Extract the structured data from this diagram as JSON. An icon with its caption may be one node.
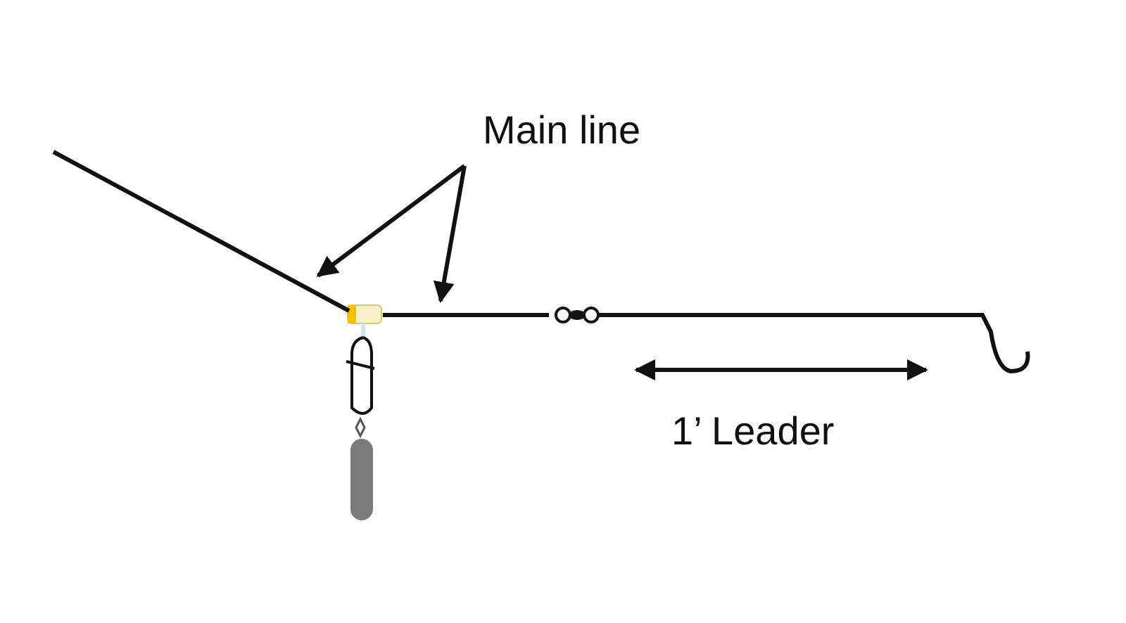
{
  "diagram": {
    "nodes": [
      {
        "text": [
          "Main line"
        ]
      },
      {
        "text": [],
        "shape": "line"
      },
      {
        "text": [],
        "shape": "line"
      }
    ],
    "edges": [
      {
        "from": 0,
        "to": 1,
        "arrow": "to"
      },
      {
        "from": 0,
        "to": 2,
        "arrow": "to"
      }
    ],
    "labels": [
      "1’ Leader"
    ]
  }
}
